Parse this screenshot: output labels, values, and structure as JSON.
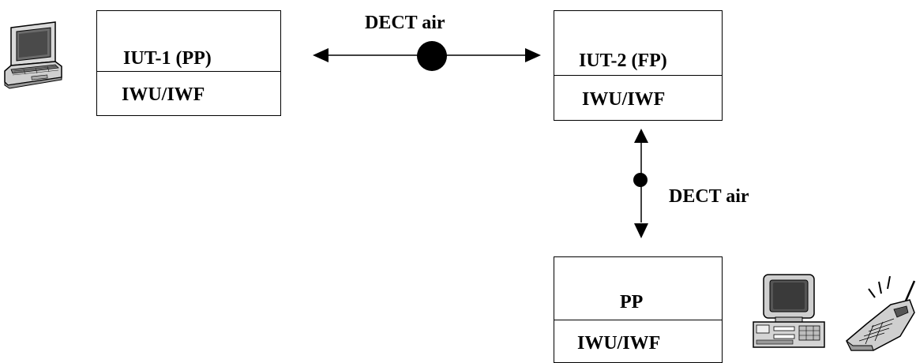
{
  "diagram": {
    "iut1": {
      "title": "IUT-1 (PP)",
      "sub": "IWU/IWF"
    },
    "iut2": {
      "title": "IUT-2 (FP)",
      "sub": "IWU/IWF"
    },
    "pp": {
      "title": "PP",
      "sub": "IWU/IWF"
    },
    "links": {
      "horizontal_label": "DECT air",
      "vertical_label": "DECT air"
    },
    "icons": {
      "laptop": "laptop-icon",
      "desktop": "desktop-computer-icon",
      "phone": "mobile-phone-icon"
    }
  }
}
